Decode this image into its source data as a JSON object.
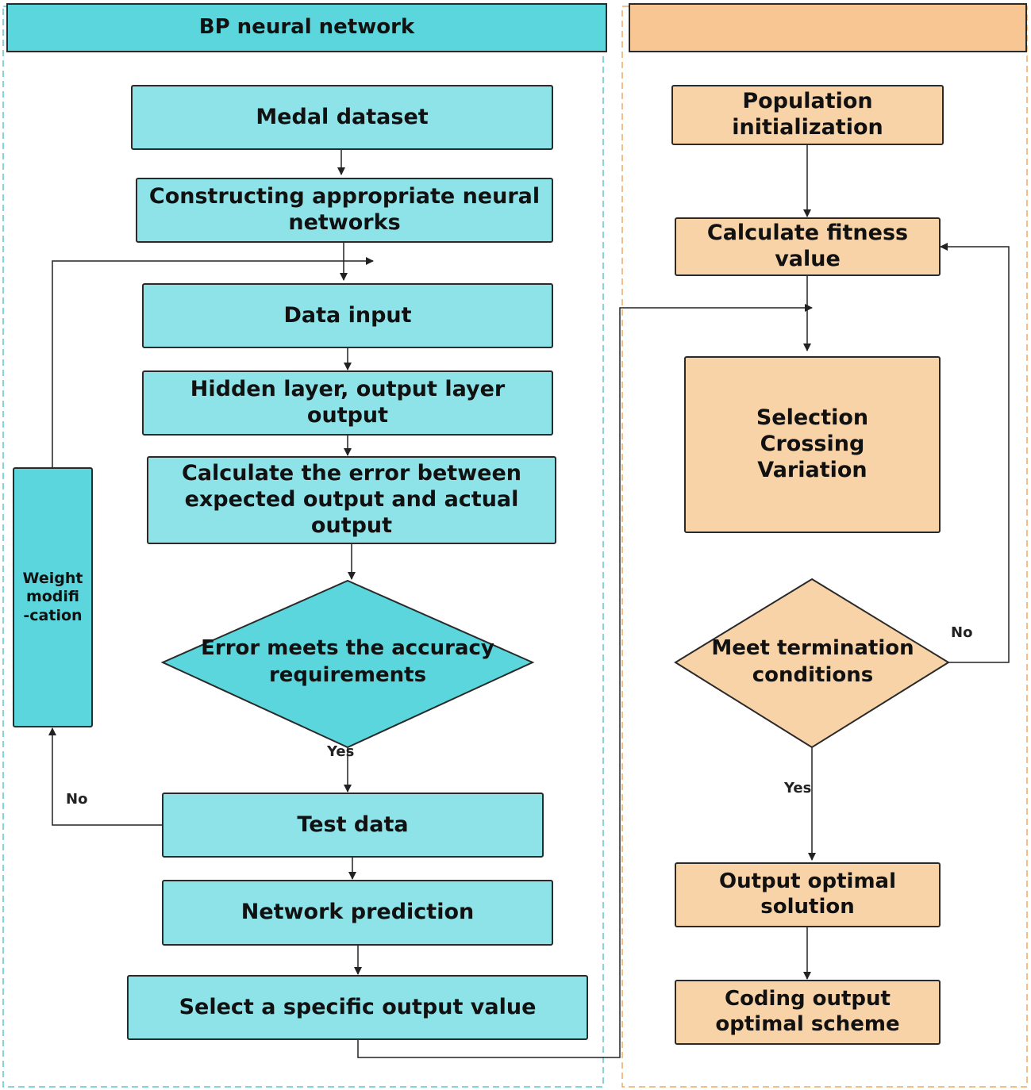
{
  "panels": {
    "bp_title": "BP neural network",
    "ga_title": ""
  },
  "bp": {
    "medal_dataset": "Medal dataset",
    "constructing": "Constructing appropriate neural\nnetworks",
    "data_input": "Data input",
    "hidden_layer": "Hidden layer, output layer\noutput",
    "calc_error": "Calculate the error between\nexpected output and actual\noutput",
    "error_decision": "Error meets the accuracy\nrequirements",
    "weight_mod": "Weight\nmodifi\n-cation",
    "test_data": "Test data",
    "network_prediction": "Network prediction",
    "select_output": "Select a specific output value",
    "label_yes": "Yes",
    "label_no": "No"
  },
  "ga": {
    "population_init": "Population\ninitialization",
    "fitness": "Calculate fitness\nvalue",
    "operations": "Selection\nCrossing\nVariation",
    "termination": "Meet termination\nconditions",
    "output_solution": "Output optimal\nsolution",
    "coding_output": "Coding output\noptimal scheme",
    "label_yes": "Yes",
    "label_no": "No"
  },
  "colors": {
    "teal_header": "#5ad6dc",
    "teal_box": "#8de3e8",
    "peach_header": "#f7c693",
    "peach_box": "#f8d3a8",
    "teal_dash": "#5ec8c8",
    "peach_dash": "#f0a860"
  }
}
